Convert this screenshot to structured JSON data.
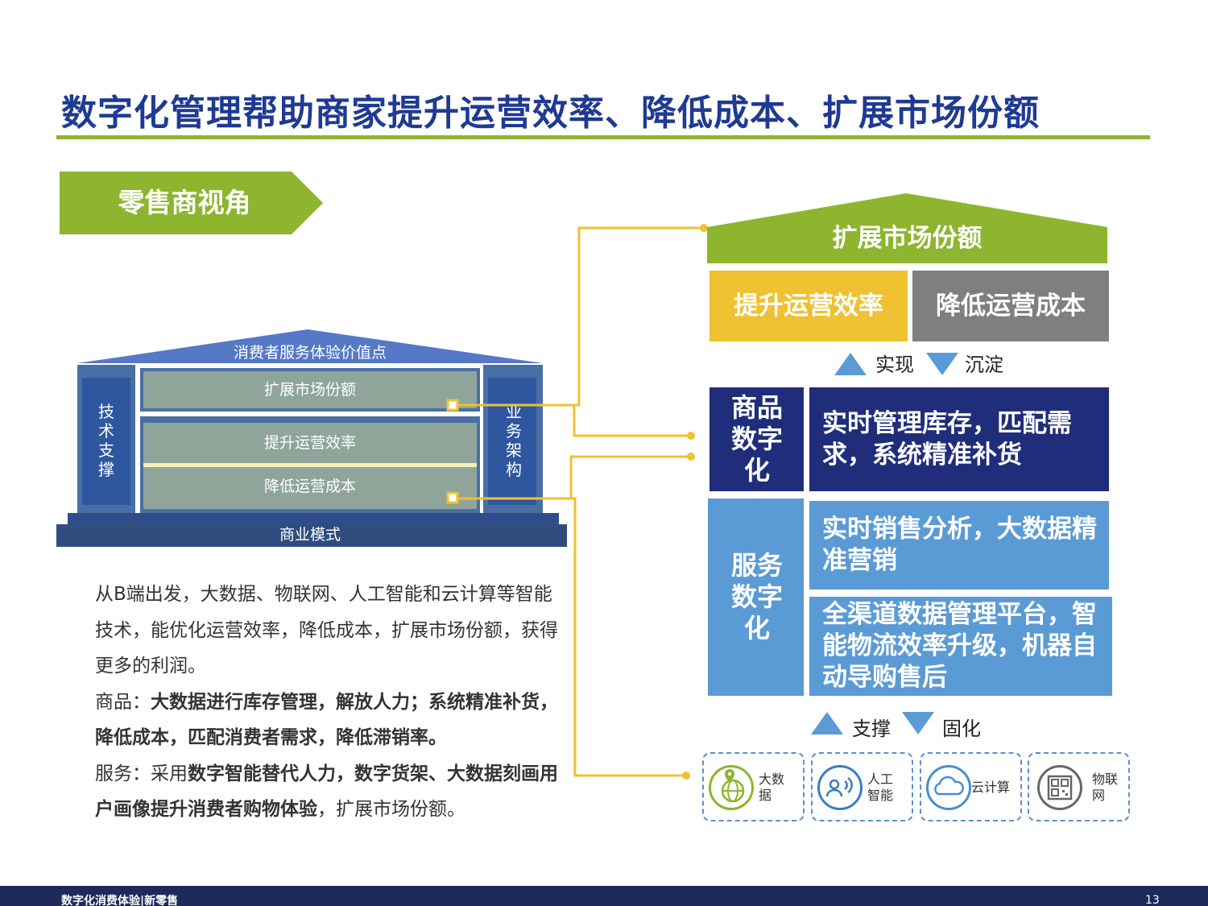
{
  "title": "数字化管理帮助商家提升运营效率、降低成本、扩展市场份额",
  "section_tag": "零售商视角",
  "temple": {
    "roof_label": "消费者服务体验价值点",
    "left_pillar": "技术支撑",
    "right_pillar": "业务架构",
    "band_market": "扩展市场份额",
    "band_efficiency": "提升运营效率",
    "band_cost": "降低运营成本",
    "base_label": "商业模式"
  },
  "description": {
    "intro": "从B端出发，大数据、物联网、人工智能和云计算等智能技术，能优化运营效率，降低成本，扩展市场份额，获得更多的利润。",
    "goods_prefix": "商品：",
    "goods_text": "大数据进行库存管理，解放人力；系统精准补货，降低成本，匹配消费者需求，降低滞销率。",
    "service_prefix": "服务：采用",
    "service_strong1": "数字智能替代人力，数字货架、大数据刻画用户画像提升消费者购物体验",
    "service_suffix": "，扩展市场份额。"
  },
  "right": {
    "roof_label": "扩展市场份额",
    "efficiency": "提升运营效率",
    "cost": "降低运营成本",
    "realize": "实现",
    "settle": "沉淀",
    "goods_head": "商品数字化",
    "goods_cell": "实时管理库存，匹配需求，系统精准补货",
    "service_head": "服务数字化",
    "service_cell_1": "实时销售分析，大数据精准营销",
    "service_cell_2": "全渠道数据管理平台，智能物流效率升级，机器自动导购售后",
    "support": "支撑",
    "solidify": "固化",
    "techs": [
      {
        "label": "大数据",
        "icon": "globe-pin-icon"
      },
      {
        "label": "人工智能",
        "icon": "ai-person-icon"
      },
      {
        "label": "云计算",
        "icon": "cloud-icon"
      },
      {
        "label": "物联网",
        "icon": "qr-chip-icon"
      }
    ]
  },
  "colors": {
    "title": "#1f3a93",
    "green": "#8db52e",
    "yellow": "#f0c130",
    "gray": "#7f7f7f",
    "navy": "#1f2d7a",
    "blue": "#5b9bd5"
  },
  "footer": {
    "text": "数字化消费体验|新零售",
    "page": "13"
  }
}
